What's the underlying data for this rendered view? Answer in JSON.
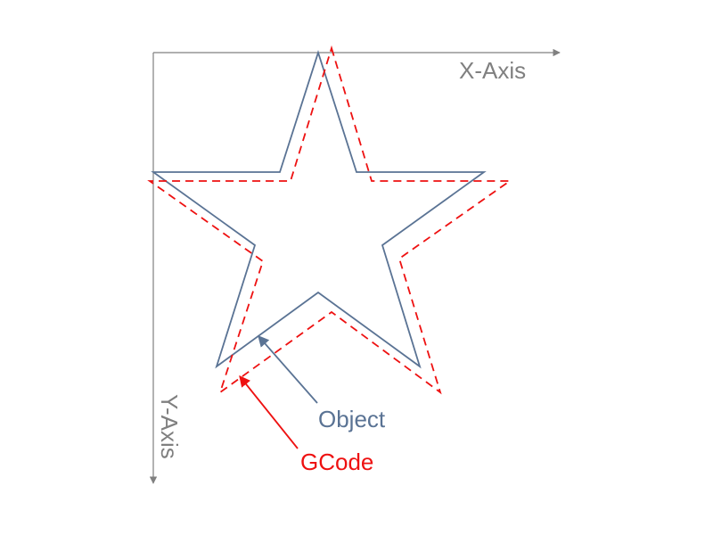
{
  "axes": {
    "x_label": "X-Axis",
    "y_label": "Y-Axis",
    "color": "#808080"
  },
  "object": {
    "label": "Object",
    "color": "#5a7394"
  },
  "gcode": {
    "label": "GCode",
    "color": "#ee1111"
  }
}
